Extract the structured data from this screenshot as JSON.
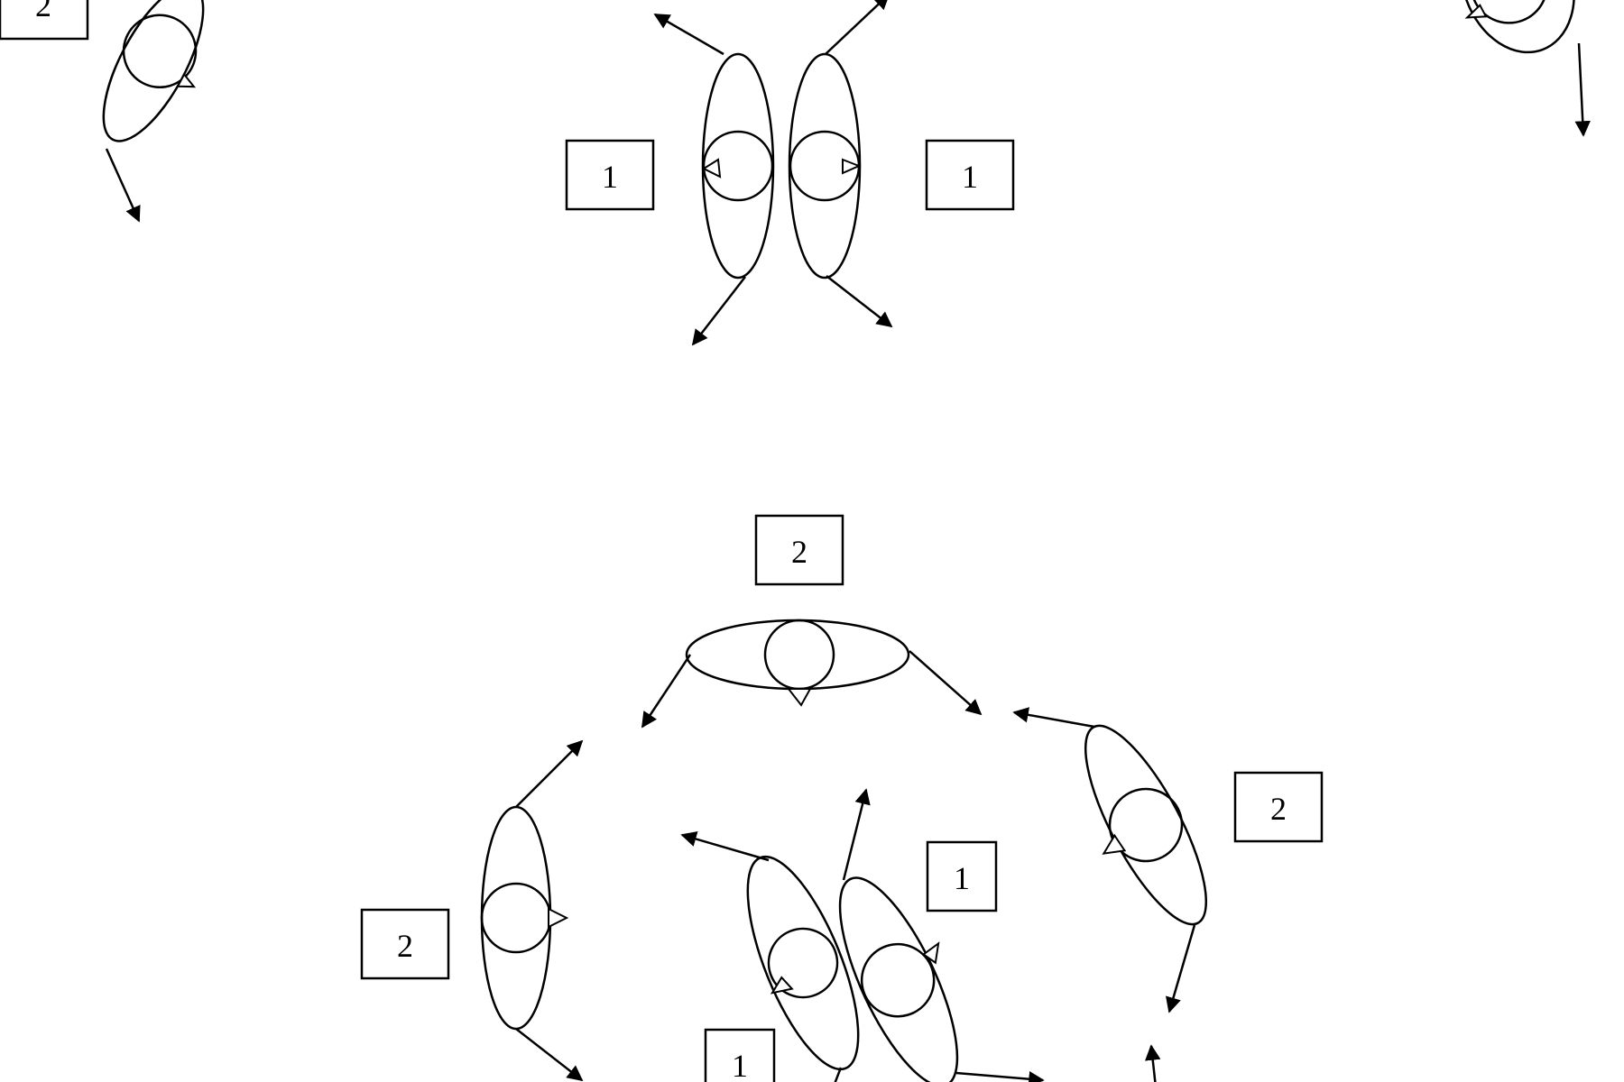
{
  "colors": {
    "stroke": "#000000",
    "background": "#ffffff"
  },
  "figures": [
    {
      "id": "top-left",
      "label": "2"
    },
    {
      "id": "top-center-left",
      "label": "1"
    },
    {
      "id": "top-center-right",
      "label": "1"
    },
    {
      "id": "bottom-top",
      "label": "2"
    },
    {
      "id": "bottom-right",
      "label": "2"
    },
    {
      "id": "bottom-left",
      "label": "2"
    },
    {
      "id": "bottom-center-right",
      "label": "1"
    },
    {
      "id": "bottom-center-left",
      "label": "1"
    }
  ]
}
